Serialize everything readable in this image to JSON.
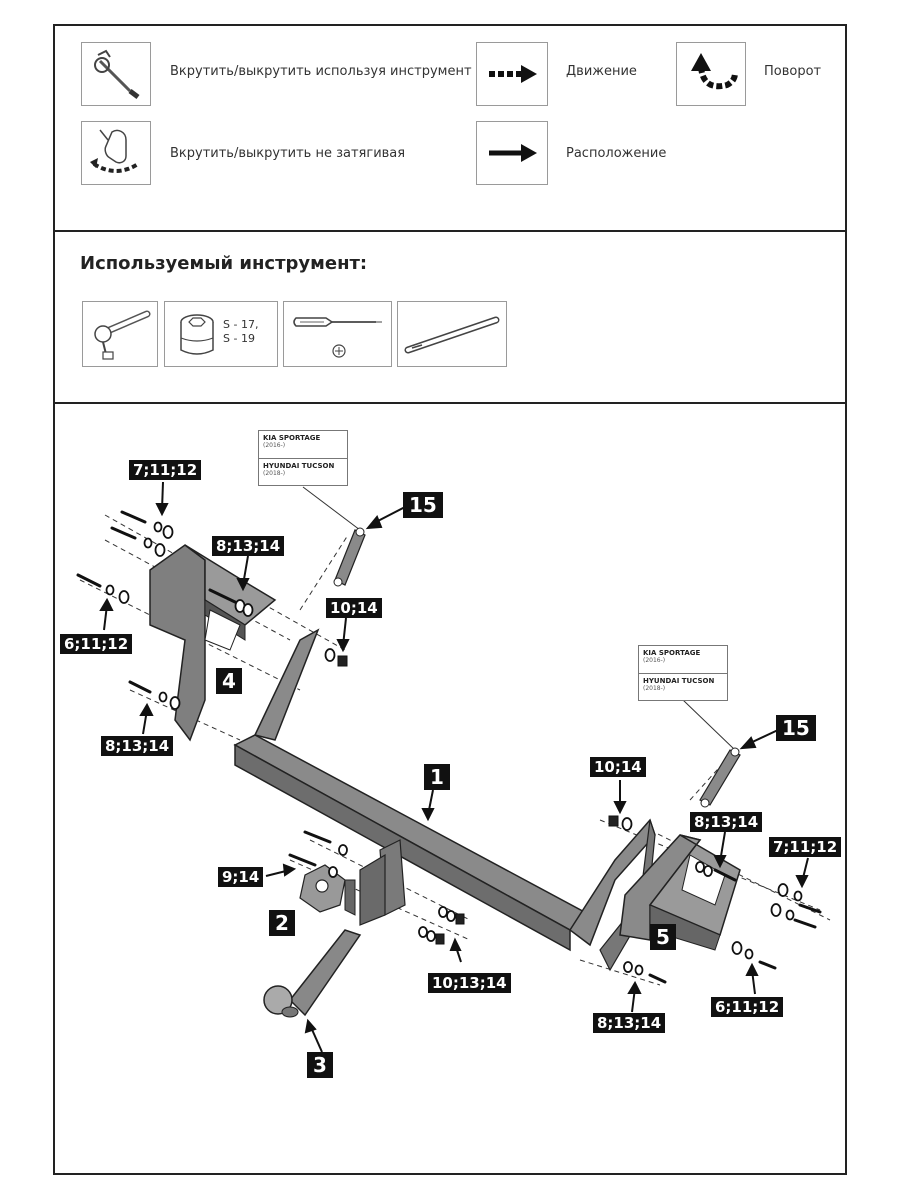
{
  "legend": {
    "tool_screw": "Вкрутить/выкрутить используя инструмент",
    "hand_screw": "Вкрутить/выкрутить не затягивая",
    "movement": "Движение",
    "location": "Расположение",
    "rotation": "Поворот"
  },
  "tools": {
    "title": "Используемый инструмент:",
    "socket_sizes": "S - 17,\nS - 19"
  },
  "models": {
    "left": {
      "model1": "KIA SPORTAGE",
      "year1": "(2016-)",
      "model2": "HYUNDAI TUCSON",
      "year2": "(2018-)"
    },
    "right": {
      "model1": "KIA SPORTAGE",
      "year1": "(2016-)",
      "model2": "HYUNDAI TUCSON",
      "year2": "(2018-)"
    }
  },
  "callouts": {
    "c_7_11_12_left": "7;11;12",
    "c_8_13_14_top_left": "8;13;14",
    "c_6_11_12_left": "6;11;12",
    "c_8_13_14_bottom_left": "8;13;14",
    "c_10_14_left": "10;14",
    "c_15_left": "15",
    "c_4": "4",
    "c_1": "1",
    "c_10_14_right": "10;14",
    "c_15_right": "15",
    "c_8_13_14_right": "8;13;14",
    "c_7_11_12_right": "7;11;12",
    "c_9_14": "9;14",
    "c_2": "2",
    "c_5": "5",
    "c_10_13_14": "10;13;14",
    "c_8_13_14_bottom_right": "8;13;14",
    "c_6_11_12_right": "6;11;12",
    "c_3": "3"
  }
}
